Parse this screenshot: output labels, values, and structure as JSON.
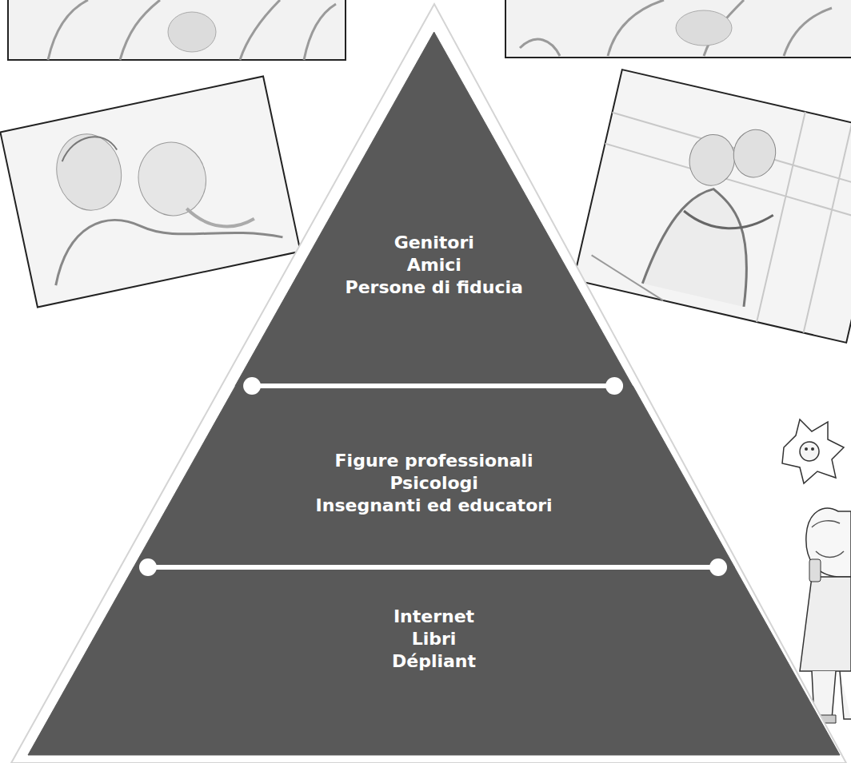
{
  "diagram": {
    "nodes": [
      {
        "text": [
          "Genitori",
          "Amici",
          "Persone di fiducia"
        ]
      },
      {
        "text": [
          "Figure professionali",
          "Psicologi",
          "Insegnanti ed educatori"
        ]
      },
      {
        "text": [
          "Internet",
          "Libri",
          "Dépliant"
        ]
      }
    ]
  }
}
